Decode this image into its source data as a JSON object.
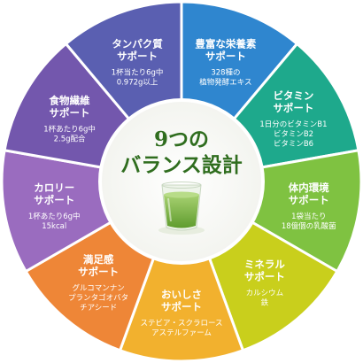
{
  "center": {
    "title_line1": "9つの",
    "title_line2": "バランス設計"
  },
  "segments": [
    {
      "id": "flora",
      "title": [
        "豊富な栄養素",
        "サポート"
      ],
      "body": [
        "328種の",
        "植物発酵エキス"
      ],
      "color": "#2f86cf"
    },
    {
      "id": "vitamin",
      "title": [
        "ビタミン",
        "サポート"
      ],
      "body": [
        "1日分のビタミンB1",
        "ビタミンB2",
        "ビタミンB6"
      ],
      "color": "#1ea98c"
    },
    {
      "id": "gut",
      "title": [
        "体内環境",
        "サポート"
      ],
      "body": [
        "1袋当たり",
        "18億個の乳酸菌"
      ],
      "color": "#7fc241"
    },
    {
      "id": "mineral",
      "title": [
        "ミネラル",
        "サポート"
      ],
      "body": [
        "カルシウム",
        "鉄"
      ],
      "color": "#c9cf1c"
    },
    {
      "id": "taste",
      "title": [
        "おいしさ",
        "サポート"
      ],
      "body": [
        "ステビア・スクラロース",
        "アステルファーム"
      ],
      "color": "#f2b12e"
    },
    {
      "id": "satiety",
      "title": [
        "満足感",
        "サポート"
      ],
      "body": [
        "グルコマンナン",
        "プランタゴオバタ",
        "チアシード"
      ],
      "color": "#ee8637"
    },
    {
      "id": "calorie",
      "title": [
        "カロリー",
        "サポート"
      ],
      "body": [
        "1杯あたり6g中",
        "15kcal"
      ],
      "color": "#9a6cbf"
    },
    {
      "id": "fiber",
      "title": [
        "食物繊維",
        "サポート"
      ],
      "body": [
        "1杯あたり6g中",
        "2.5g配合"
      ],
      "color": "#7357ad"
    },
    {
      "id": "protein",
      "title": [
        "タンパク質",
        "サポート"
      ],
      "body": [
        "1杯当たり6g中",
        "0.972g以上"
      ],
      "color": "#5a5fb1"
    }
  ]
}
